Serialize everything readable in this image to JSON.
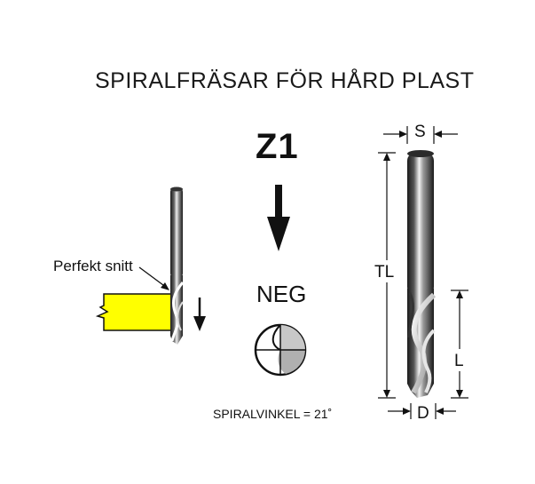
{
  "title": "SPIRALFRÄSAR FÖR HÅRD PLAST",
  "flutes": "Z1",
  "rake": "NEG",
  "callout": "Perfekt snitt",
  "spiral_angle": "SPIRALVINKEL = 21˚",
  "dimensions": {
    "s": "S",
    "tl": "TL",
    "l": "L",
    "d": "D"
  },
  "colors": {
    "workpiece": "#ffff00",
    "ink": "#111111"
  },
  "icons": [
    "down-arrow-icon",
    "cutting-profile-icon"
  ]
}
